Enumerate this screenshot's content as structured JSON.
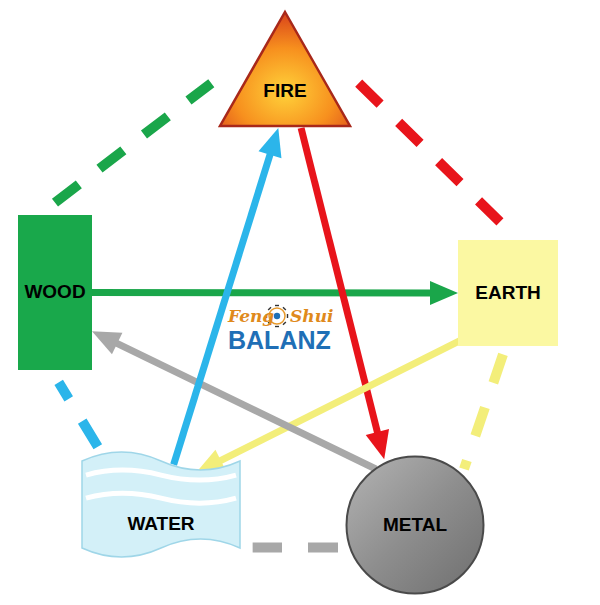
{
  "diagram": {
    "nodes": [
      {
        "text": [
          "FIRE"
        ]
      },
      {
        "text": [
          "WOOD"
        ]
      },
      {
        "text": [
          "EARTH"
        ]
      },
      {
        "text": [
          "WATER"
        ]
      },
      {
        "text": [
          "METAL"
        ]
      }
    ],
    "edges": [
      {
        "from": 1,
        "to": 0,
        "arrow": "none"
      },
      {
        "from": 0,
        "to": 2,
        "arrow": "none"
      },
      {
        "from": 2,
        "to": 4,
        "arrow": "none"
      },
      {
        "from": 4,
        "to": 3,
        "arrow": "none"
      },
      {
        "from": 3,
        "to": 1,
        "arrow": "none"
      },
      {
        "from": 1,
        "to": 2,
        "arrow": "to"
      },
      {
        "from": 0,
        "to": 4,
        "arrow": "to"
      },
      {
        "from": 2,
        "to": 3,
        "arrow": "to"
      },
      {
        "from": 4,
        "to": 1,
        "arrow": "to"
      },
      {
        "from": 3,
        "to": 0,
        "arrow": "to"
      }
    ],
    "labels": [
      "Feng",
      "Shui",
      "BALANZ"
    ]
  }
}
